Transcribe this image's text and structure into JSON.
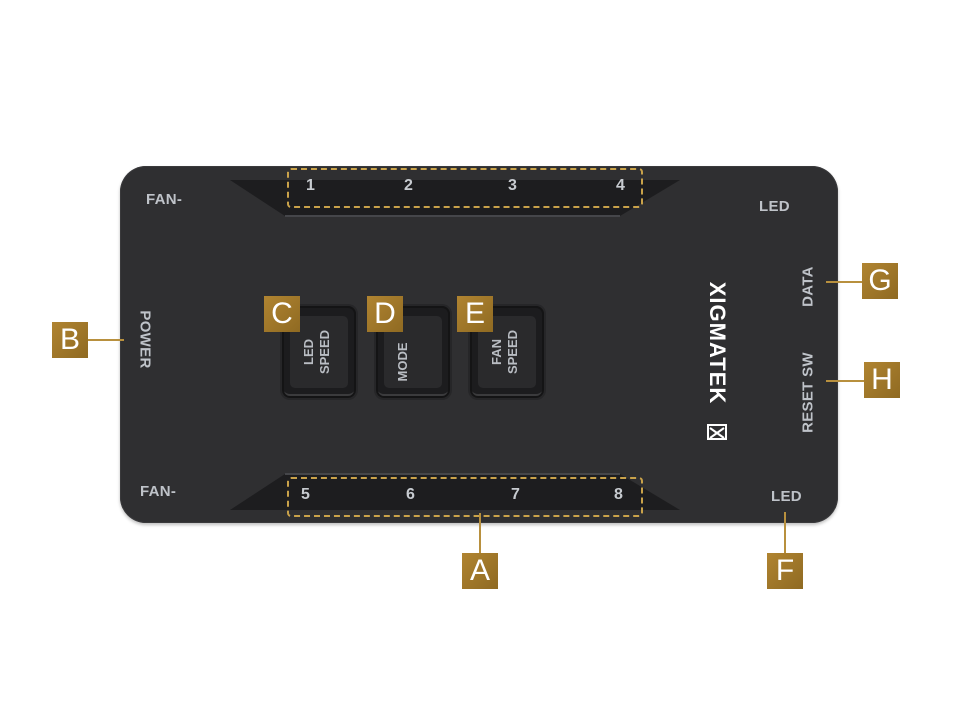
{
  "device": {
    "brand": "XIGMATEK",
    "fan_top_label": "FAN-",
    "fan_bottom_label": "FAN-",
    "led_top_label": "LED",
    "led_bottom_label": "LED",
    "power_label": "POWER",
    "data_label": "DATA",
    "reset_label": "RESET SW",
    "top_ports": [
      "1",
      "2",
      "3",
      "4"
    ],
    "bottom_ports": [
      "5",
      "6",
      "7",
      "8"
    ],
    "buttons": [
      {
        "line1": "LED",
        "line2": "SPEED"
      },
      {
        "line1": "MODE",
        "line2": ""
      },
      {
        "line1": "FAN",
        "line2": "SPEED"
      }
    ]
  },
  "callouts": {
    "a": "A",
    "b": "B",
    "c": "C",
    "d": "D",
    "e": "E",
    "f": "F",
    "g": "G",
    "h": "H"
  },
  "colors": {
    "board": "#2f2f31",
    "callout_gold": "#b08431",
    "label_grey": "#bfc3c9"
  }
}
